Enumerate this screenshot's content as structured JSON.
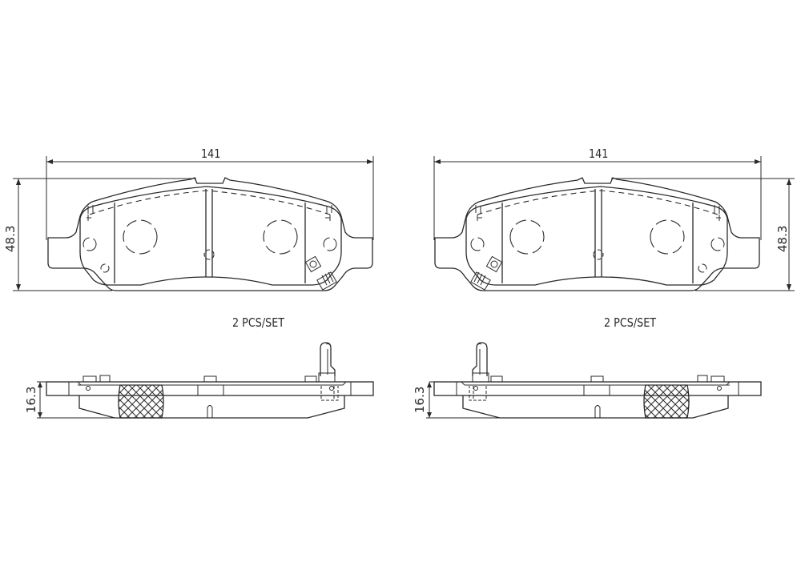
{
  "drawing": {
    "left_pad": {
      "width_label": "141",
      "height_label": "48.3",
      "thickness_label": "16.3",
      "quantity_label": "2  PCS/SET"
    },
    "right_pad": {
      "width_label": "141",
      "height_label": "48.3",
      "thickness_label": "16.3",
      "quantity_label": "2  PCS/SET"
    },
    "line_color": "#2a2a2a",
    "background": "#ffffff"
  }
}
